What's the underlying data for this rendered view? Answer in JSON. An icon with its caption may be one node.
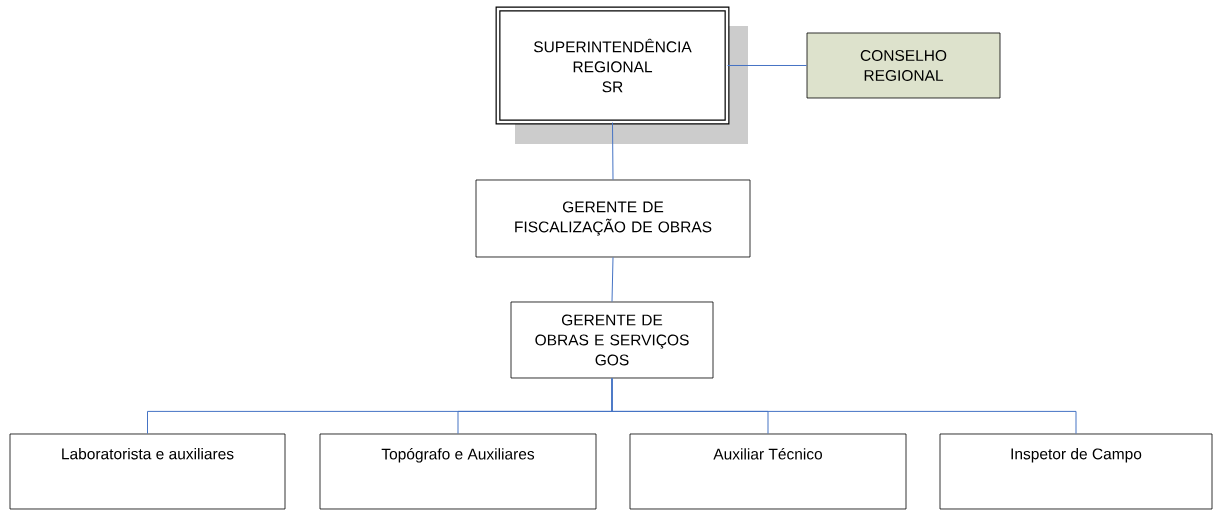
{
  "diagram": {
    "nodes": [
      {
        "text": [
          "SUPERINTENDÊNCIA REGIONAL",
          "SR"
        ]
      },
      {
        "text": [
          "CONSELHO REGIONAL"
        ]
      },
      {
        "text": [
          "GERENTE DE FISCALIZAÇÃO DE OBRAS"
        ]
      },
      {
        "text": [
          "GERENTE DE OBRAS E SERVIÇOS",
          "GOS"
        ]
      },
      {
        "text": [
          "Laboratorista e auxiliares"
        ]
      },
      {
        "text": [
          "Topógrafo e Auxiliares"
        ]
      },
      {
        "text": [
          "Auxiliar Técnico"
        ]
      },
      {
        "text": [
          "Inspetor de Campo"
        ]
      }
    ],
    "edges": [
      {
        "from": 0,
        "to": 1,
        "arrow": "none"
      },
      {
        "from": 0,
        "to": 2,
        "arrow": "none"
      },
      {
        "from": 2,
        "to": 3,
        "arrow": "none"
      },
      {
        "from": 3,
        "to": 4,
        "arrow": "none"
      },
      {
        "from": 3,
        "to": 5,
        "arrow": "none"
      },
      {
        "from": 3,
        "to": 6,
        "arrow": "none"
      },
      {
        "from": 3,
        "to": 7,
        "arrow": "none"
      }
    ]
  }
}
